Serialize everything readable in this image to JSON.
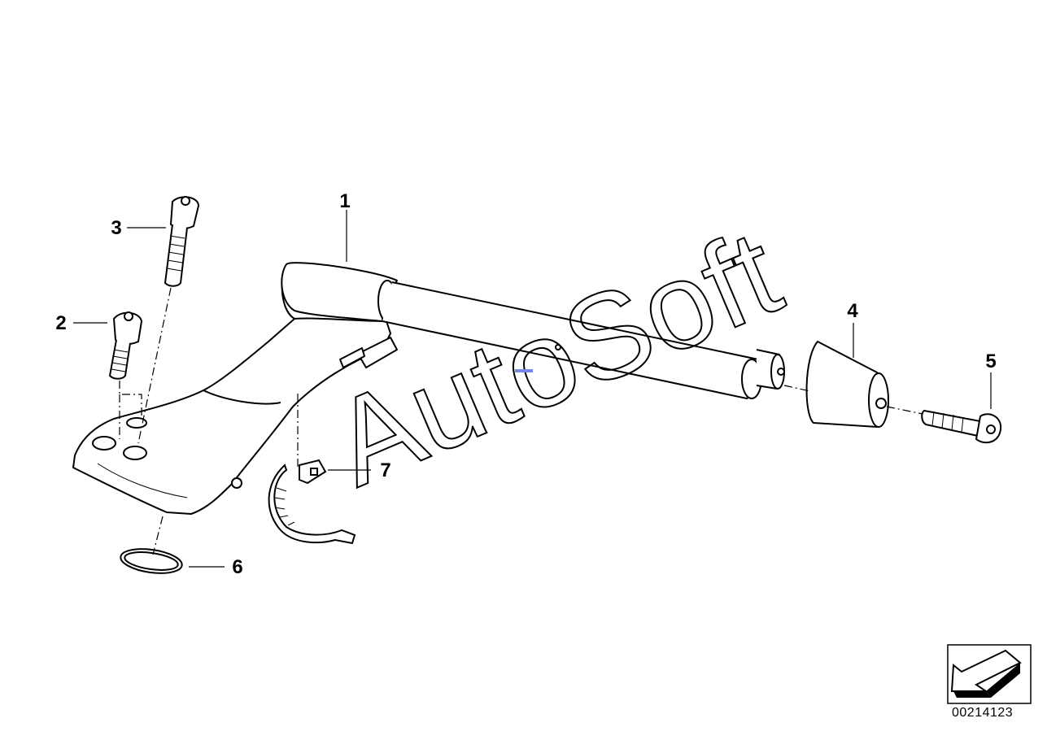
{
  "diagram": {
    "callouts": [
      {
        "id": "1",
        "label": "1"
      },
      {
        "id": "2",
        "label": "2"
      },
      {
        "id": "3",
        "label": "3"
      },
      {
        "id": "4",
        "label": "4"
      },
      {
        "id": "5",
        "label": "5"
      },
      {
        "id": "6",
        "label": "6"
      },
      {
        "id": "7",
        "label": "7"
      }
    ],
    "watermark": "AutoSoft",
    "part_number": "00214123",
    "orientation_icon": "direction-arrow-icon"
  }
}
